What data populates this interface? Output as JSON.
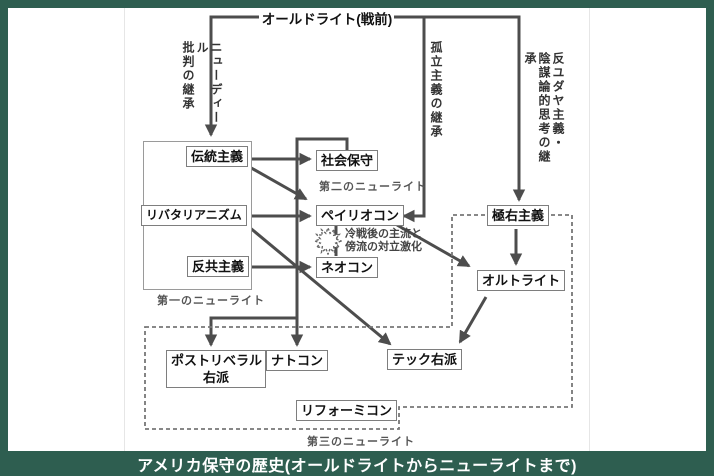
{
  "title": "オールドライト(戦前)",
  "caption": "アメリカ保守の歴史(オールドライトからニューライトまで)",
  "colors": {
    "frame_green": "#2e5e50",
    "line_gray": "#4d4d4d",
    "dash_gray": "#777777"
  },
  "edge_labels": {
    "newdeal_col1": "ニューディール",
    "newdeal_col2": "批判の継承",
    "isolationism": "孤立主義の継承",
    "antisemitism_col1": "反ユダヤ主義・",
    "antisemitism_col2": "陰謀論的思考の継承"
  },
  "groups": {
    "first": "第一のニューライト",
    "second": "第二のニューライト",
    "third": "第三のニューライト"
  },
  "nodes": {
    "traditionalism": "伝統主義",
    "libertarianism": "リバタリアニズム",
    "anticommunism": "反共主義",
    "social_conservatism": "社会保守",
    "paleocon": "ペイリオコン",
    "neocon": "ネオコン",
    "far_right": "極右主義",
    "alt_right": "オルトライト",
    "post_liberal_line1": "ポストリベラル",
    "post_liberal_line2": "右派",
    "natcon": "ナトコン",
    "tech_right": "テック右派",
    "reformicon": "リフォーミコン"
  },
  "note": {
    "line1": "冷戦後の主流と",
    "line2": "傍流の対立激化"
  }
}
